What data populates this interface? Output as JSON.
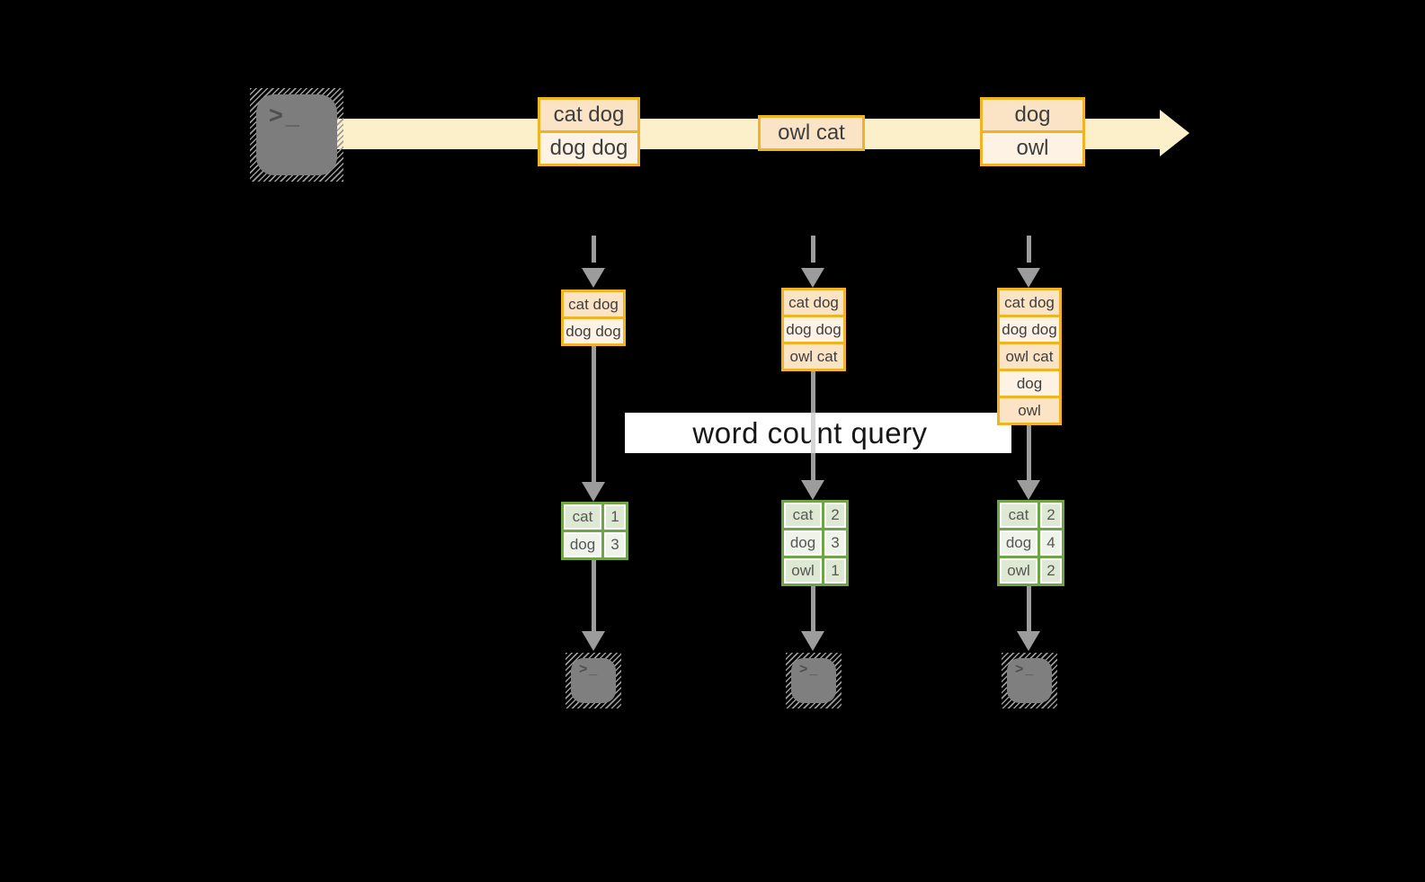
{
  "diagram": {
    "title_label": "word count query",
    "terminal_glyph": ">_",
    "stream_events": [
      {
        "lines": [
          "cat dog",
          "dog dog"
        ]
      },
      {
        "lines": [
          "owl cat"
        ]
      },
      {
        "lines": [
          "dog",
          "owl"
        ]
      }
    ],
    "columns": [
      {
        "state": [
          "cat dog",
          "dog dog"
        ],
        "counts": [
          [
            "cat",
            "1"
          ],
          [
            "dog",
            "3"
          ]
        ]
      },
      {
        "state": [
          "cat dog",
          "dog dog",
          "owl cat"
        ],
        "counts": [
          [
            "cat",
            "2"
          ],
          [
            "dog",
            "3"
          ],
          [
            "owl",
            "1"
          ]
        ]
      },
      {
        "state": [
          "cat dog",
          "dog dog",
          "owl cat",
          "dog",
          "owl"
        ],
        "counts": [
          [
            "cat",
            "2"
          ],
          [
            "dog",
            "4"
          ],
          [
            "owl",
            "2"
          ]
        ]
      }
    ],
    "colors": {
      "background": "#000000",
      "stream_band": "#FBF0CA",
      "box_border_gold": "#F0B323",
      "box_fill_peach": "#FBE3C6",
      "box_fill_cream": "#FDF2E4",
      "table_border_green": "#6FA546",
      "table_fill_dark": "#DEE9D4",
      "table_fill_light": "#EFF4EB",
      "arrow_gray": "#9C9C9C",
      "terminal_gray": "#7D7D7D",
      "label_band": "#FFFFFF"
    }
  }
}
